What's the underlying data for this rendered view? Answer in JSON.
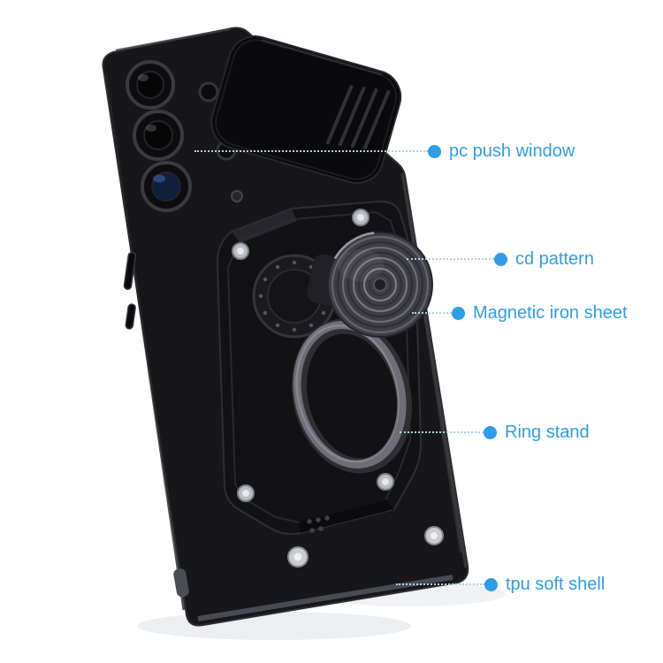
{
  "background_color": "#ffffff",
  "accent_color": "#2f9de6",
  "leader_line_color": "#b5cede",
  "illustration": {
    "description": "Black armor phone case shown at an angle: sliding camera cover at top, camera lenses top-left, armor back plate with metal cd-pattern disc, fold-out metal ring stand, soft tpu shell body"
  },
  "callouts": [
    {
      "id": "pc-push-window",
      "label": "pc push window"
    },
    {
      "id": "cd-pattern",
      "label": "cd pattern"
    },
    {
      "id": "magnetic-iron-sheet",
      "label": "Magnetic iron sheet"
    },
    {
      "id": "ring-stand",
      "label": "Ring stand"
    },
    {
      "id": "tpu-soft-shell",
      "label": "tpu soft shell"
    }
  ]
}
